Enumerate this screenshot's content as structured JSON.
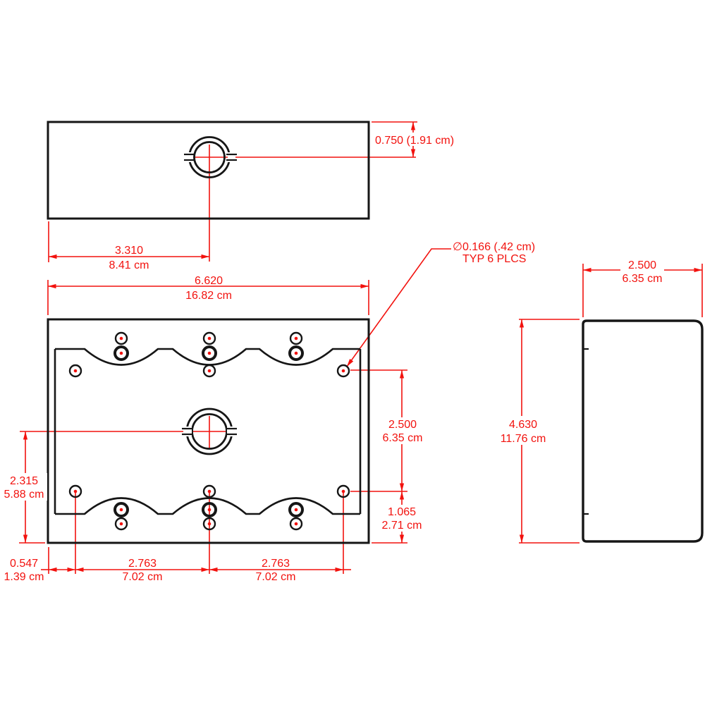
{
  "drawing": {
    "type": "mechanical-dimension-drawing",
    "views": [
      "top-view",
      "front-view",
      "side-view"
    ],
    "colors": {
      "dimension_red": "#f2120e",
      "object_line_black": "#161616",
      "background": "#ffffff"
    }
  },
  "dims": {
    "top": {
      "offset_v": "0.750 (1.91 cm)",
      "offset_h_in": "3.310",
      "offset_h_cm": "8.41 cm",
      "width_in": "6.620",
      "width_cm": "16.82 cm"
    },
    "note": {
      "dia": "∅0.166 (.42 cm)",
      "typ": "TYP 6 PLCS"
    },
    "front": {
      "row_span_in": "2.500",
      "row_span_cm": "6.35 cm",
      "bottom_in": "1.065",
      "bottom_cm": "2.71 cm",
      "center_bottom_in": "2.315",
      "center_bottom_cm": "5.88 cm",
      "edge_in": "0.547",
      "edge_cm": "1.39 cm",
      "span1_in": "2.763",
      "span1_cm": "7.02 cm",
      "span2_in": "2.763",
      "span2_cm": "7.02 cm"
    },
    "side": {
      "width_in": "2.500",
      "width_cm": "6.35 cm",
      "height_in": "4.630",
      "height_cm": "11.76 cm"
    }
  }
}
